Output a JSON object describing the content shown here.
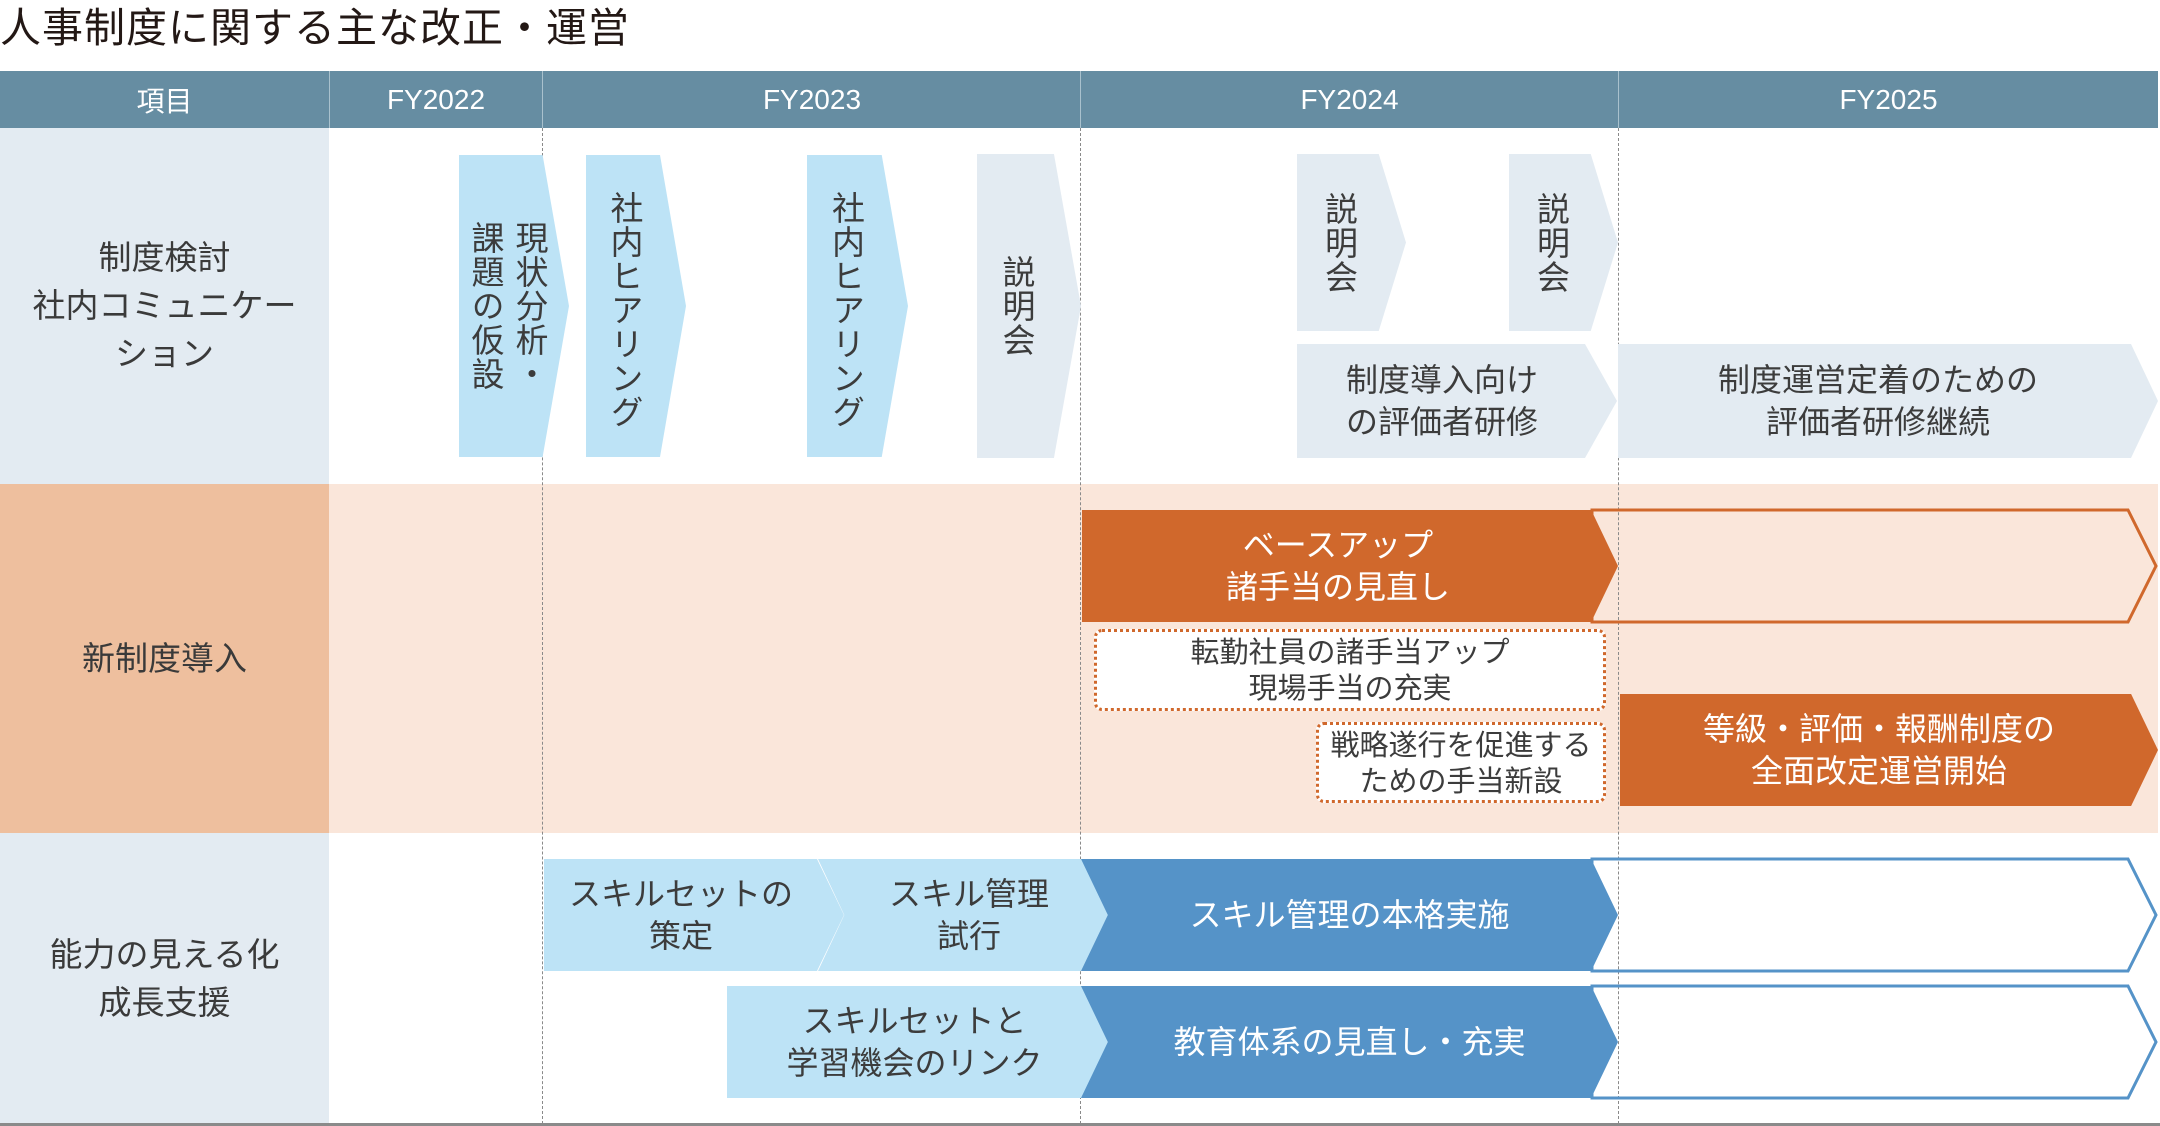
{
  "title": "人事制度に関する主な改正・運営",
  "header": {
    "item": "項目",
    "years": [
      "FY2022",
      "FY2023",
      "FY2024",
      "FY2025"
    ]
  },
  "rows": [
    {
      "label": "制度検討\n社内コミュニケー\nション",
      "items": [
        {
          "text": "現状分析・\n課題の仮設",
          "period": "FY2022末",
          "style": "light-blue-vertical"
        },
        {
          "text": "社内ヒアリング",
          "period": "FY2023前半",
          "style": "light-blue-vertical"
        },
        {
          "text": "社内ヒアリング",
          "period": "FY2023中盤",
          "style": "light-blue-vertical"
        },
        {
          "text": "説明会",
          "period": "FY2023末",
          "style": "gray-vertical"
        },
        {
          "text": "説明会",
          "period": "FY2024中盤",
          "style": "gray-vertical"
        },
        {
          "text": "説明会",
          "period": "FY2024末",
          "style": "gray-vertical"
        },
        {
          "text": "制度導入向け\nの評価者研修",
          "period": "FY2024後半",
          "style": "gray"
        },
        {
          "text": "制度運営定着のための\n評価者研修継続",
          "period": "FY2025",
          "style": "gray"
        }
      ]
    },
    {
      "label": "新制度導入",
      "items": [
        {
          "text": "ベースアップ\n諸手当の見直し",
          "period": "FY2024",
          "style": "orange"
        },
        {
          "text": "",
          "period": "FY2025",
          "style": "orange-outline"
        },
        {
          "text": "転勤社員の諸手当アップ\n現場手当の充実",
          "period": "FY2024",
          "style": "dotted"
        },
        {
          "text": "戦略遂行を促進する\nための手当新設",
          "period": "FY2024後半",
          "style": "dotted"
        },
        {
          "text": "等級・評価・報酬制度の\n全面改定運営開始",
          "period": "FY2025",
          "style": "orange"
        }
      ]
    },
    {
      "label": "能力の見える化\n成長支援",
      "items": [
        {
          "text": "スキルセットの\n策定",
          "period": "FY2023前半",
          "style": "light-blue"
        },
        {
          "text": "スキル管理\n試行",
          "period": "FY2023後半",
          "style": "light-blue"
        },
        {
          "text": "スキル管理の本格実施",
          "period": "FY2024",
          "style": "blue"
        },
        {
          "text": "",
          "period": "FY2025",
          "style": "blue-outline"
        },
        {
          "text": "スキルセットと\n学習機会のリンク",
          "period": "FY2023後半",
          "style": "light-blue"
        },
        {
          "text": "教育体系の見直し・充実",
          "period": "FY2024",
          "style": "blue"
        },
        {
          "text": "",
          "period": "FY2025",
          "style": "blue-outline"
        }
      ]
    }
  ],
  "colors": {
    "header": "#668da2",
    "row_gray": "#e3ebf2",
    "row_orange_label": "#eebf9e",
    "row_orange_bg": "#fae6da",
    "light_blue": "#bde3f6",
    "orange": "#d0682c",
    "blue": "#5593c8"
  }
}
